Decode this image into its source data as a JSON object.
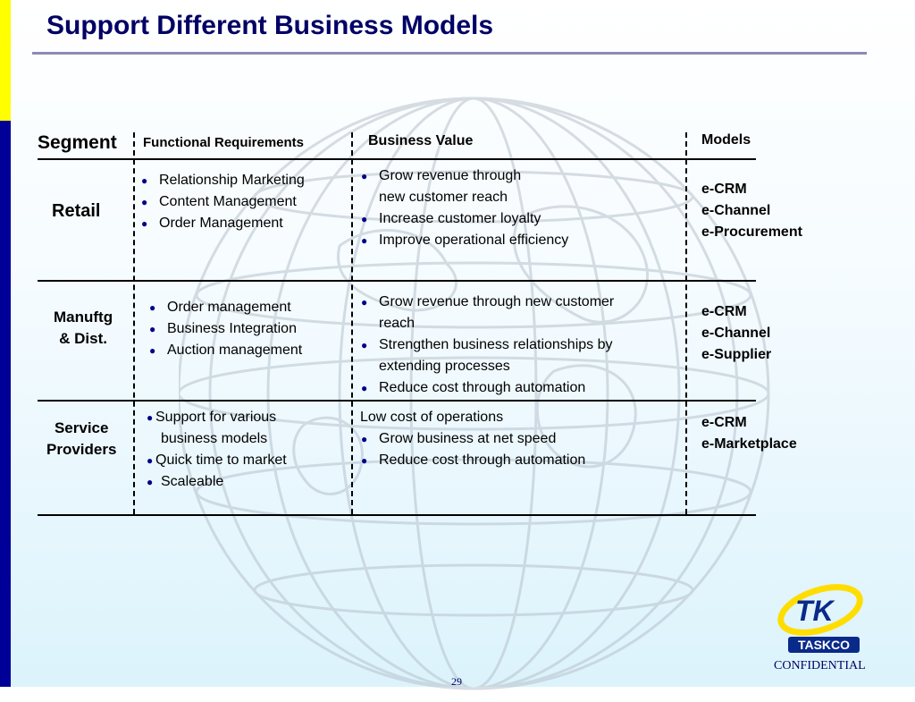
{
  "slide": {
    "title": "Support Different Business Models",
    "page_number": "29",
    "confidential": "CONFIDENTIAL",
    "logo_text": "TASKCO",
    "logo_mark": "TK"
  },
  "headers": {
    "segment": "Segment",
    "functional": "Functional Requirements",
    "business_value": "Business Value",
    "models": "Models"
  },
  "rows": [
    {
      "segment": [
        "Retail"
      ],
      "functional": [
        "Relationship Marketing",
        "Content Management",
        "Order Management"
      ],
      "value": [
        "Grow revenue through",
        "new customer reach",
        "Increase customer loyalty",
        "Improve operational efficiency"
      ],
      "models": [
        "e-CRM",
        "e-Channel",
        "e-Procurement"
      ]
    },
    {
      "segment": [
        "Manuftg",
        "& Dist."
      ],
      "functional": [
        "Order management",
        "Business Integration",
        "Auction management"
      ],
      "value": [
        "Grow  revenue through new customer",
        "reach",
        "Strengthen business relationships by",
        "extending processes",
        "Reduce cost through automation"
      ],
      "models": [
        "e-CRM",
        "e-Channel",
        "e-Supplier"
      ]
    },
    {
      "segment": [
        "Service",
        "Providers"
      ],
      "functional": [
        "Support for various",
        "business models",
        "Quick time to market",
        "Scaleable"
      ],
      "value": [
        "Low  cost of  operations",
        "Grow  business at net speed",
        "Reduce cost through automation"
      ],
      "models": [
        "e-CRM",
        "e-Marketplace"
      ]
    }
  ],
  "colors": {
    "title": "#000066",
    "left_bar": "#000099",
    "accent": "#ffff00",
    "bullet": "#00008b"
  },
  "icons": {
    "bullet": "bullet-dot-icon",
    "background": "globe-grid-icon",
    "logo": "taskco-logo-icon"
  }
}
